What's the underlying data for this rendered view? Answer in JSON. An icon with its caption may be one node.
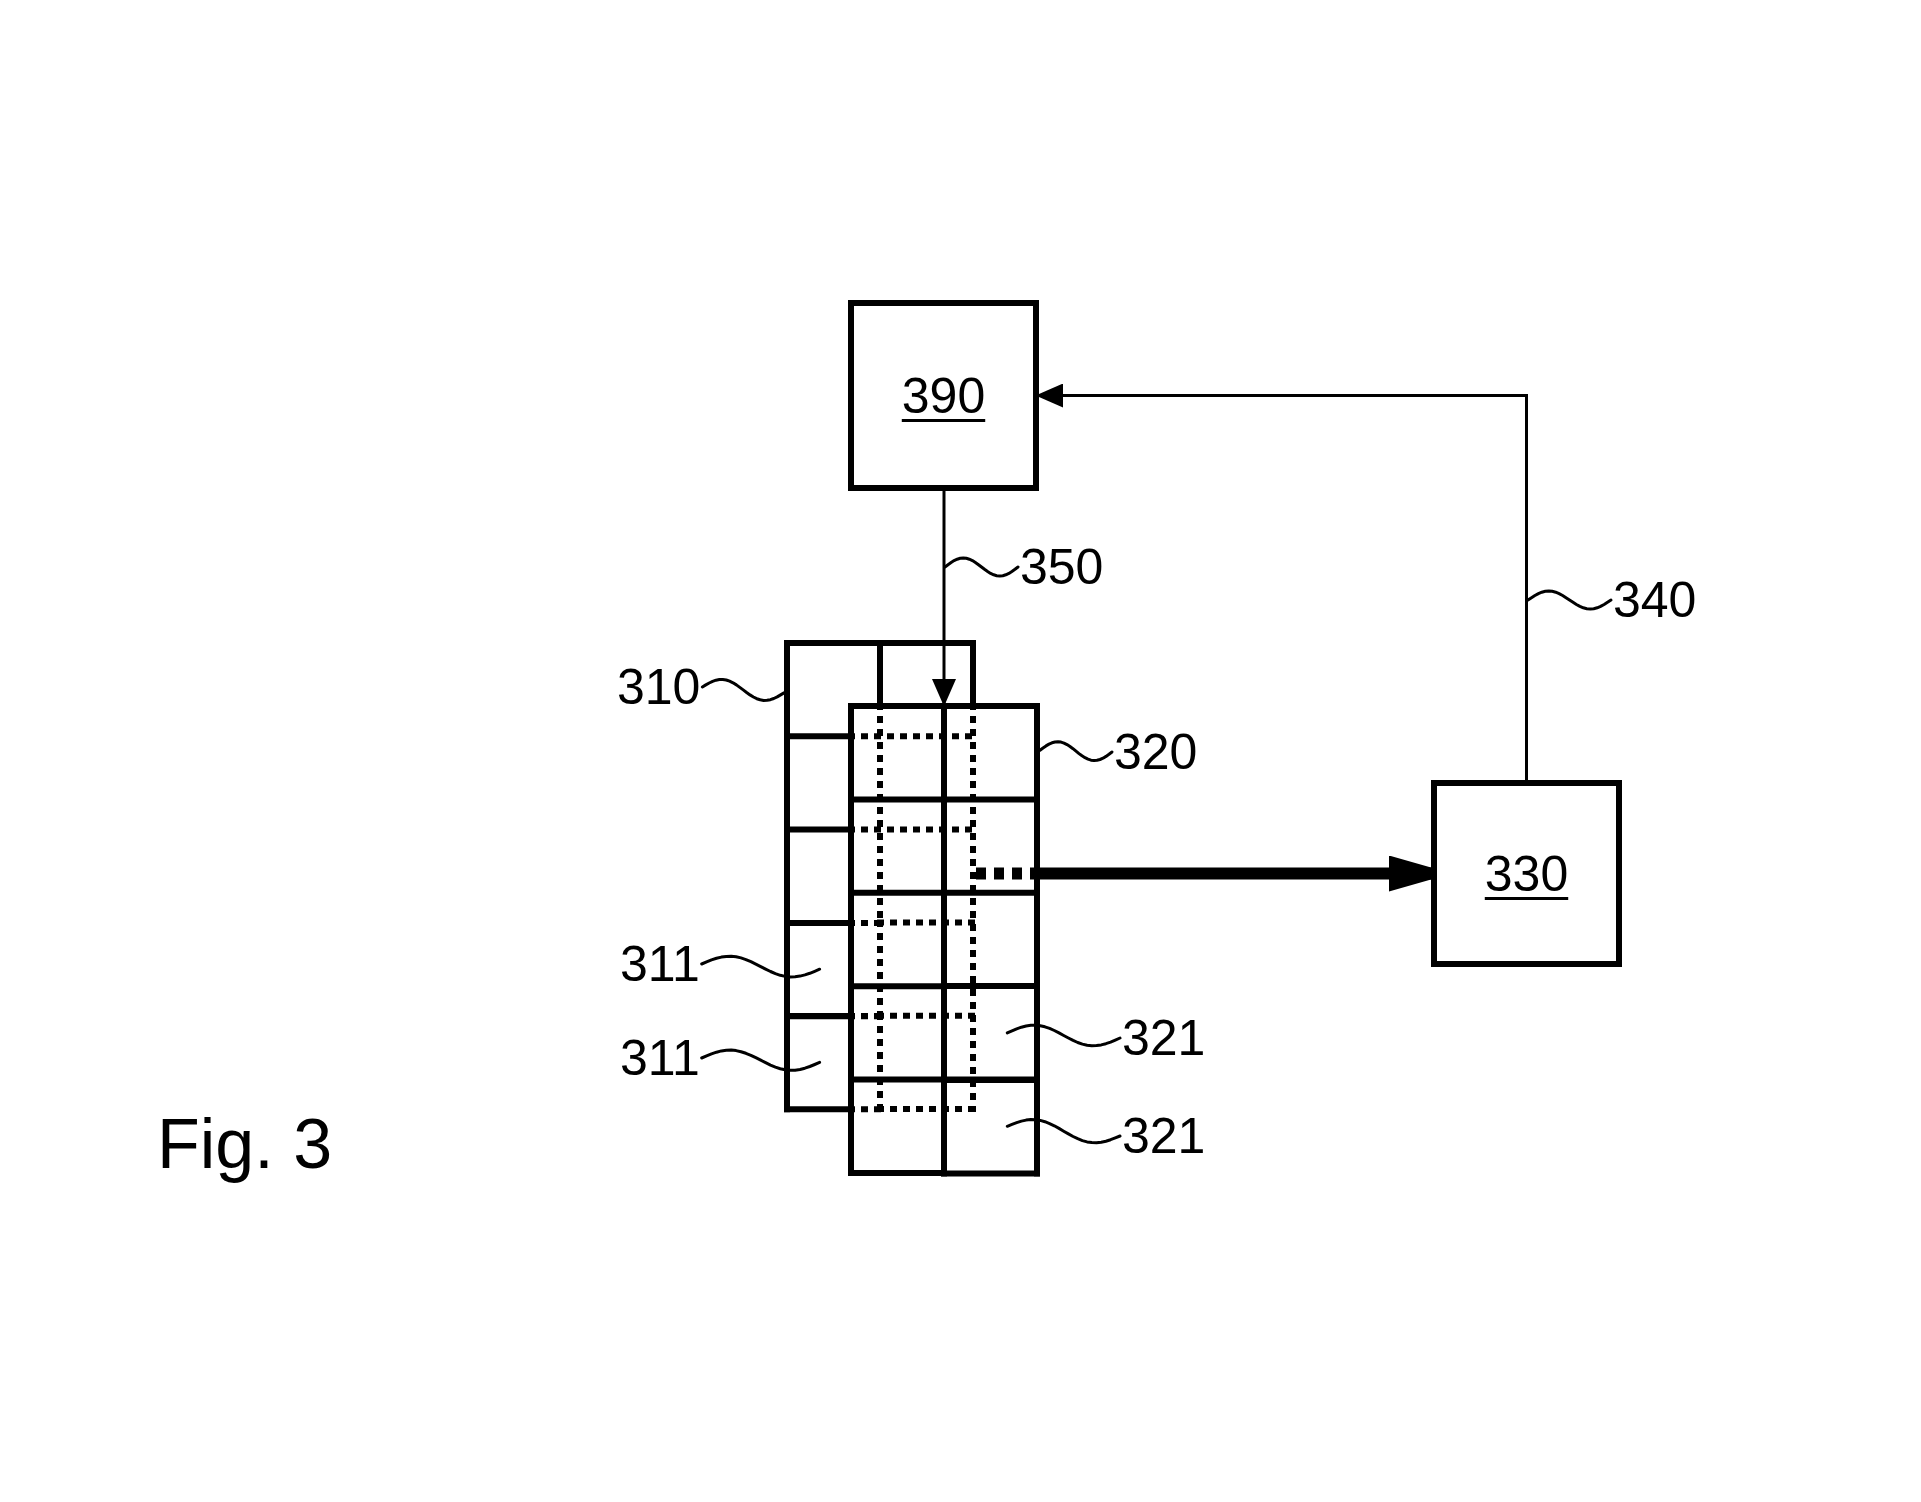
{
  "diagram": {
    "caption": "Fig. 3",
    "nodes": [
      {
        "text": [
          "390"
        ]
      },
      {
        "text": [
          "350"
        ]
      },
      {
        "text": [
          "340"
        ]
      },
      {
        "text": [
          "310"
        ]
      },
      {
        "text": [],
        "shape": "grid"
      },
      {
        "text": [],
        "shape": "box",
        "in": 4
      },
      {
        "text": [],
        "shape": "box",
        "in": 4
      },
      {
        "text": [
          "320"
        ]
      },
      {
        "text": [],
        "shape": "grid"
      },
      {
        "text": [],
        "shape": "box",
        "in": 8
      },
      {
        "text": [],
        "shape": "box",
        "in": 8
      },
      {
        "text": [
          "330"
        ]
      },
      {
        "text": [
          "311"
        ]
      },
      {
        "text": [
          "311"
        ]
      },
      {
        "text": [
          "321"
        ]
      },
      {
        "text": [
          "321"
        ]
      }
    ],
    "edges": [
      {
        "from": 0,
        "to": 8,
        "arrow": "to"
      },
      {
        "from": 11,
        "to": 0,
        "arrow": "to"
      },
      {
        "from": 4,
        "to": 11,
        "arrow": "to",
        "style": "thick"
      },
      {
        "from": 1,
        "to": null,
        "arrow": "none"
      },
      {
        "from": 2,
        "to": null,
        "arrow": "none"
      },
      {
        "from": 3,
        "to": 4,
        "arrow": "none"
      },
      {
        "from": 7,
        "to": 8,
        "arrow": "none"
      },
      {
        "from": 12,
        "to": 5,
        "arrow": "none"
      },
      {
        "from": 13,
        "to": 6,
        "arrow": "none"
      },
      {
        "from": 14,
        "to": 9,
        "arrow": "none"
      },
      {
        "from": 15,
        "to": 10,
        "arrow": "none"
      }
    ]
  }
}
